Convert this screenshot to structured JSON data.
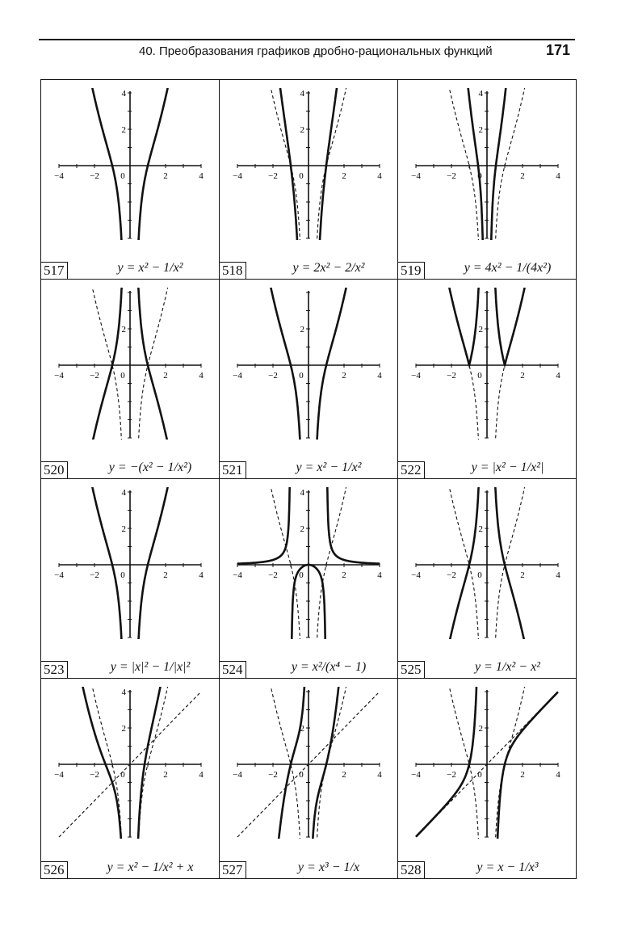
{
  "header": {
    "title": "40. Преобразования графиков дробно-рациональных функций",
    "page_number": "171"
  },
  "chart_data": [
    {
      "type": "line",
      "number": "517",
      "formula": "y = x² − 1/x²",
      "x_ticks": [
        "−4",
        "−2",
        "0",
        "2",
        "4"
      ],
      "y_ticks": [
        "4",
        "2",
        "0"
      ],
      "xlim": [
        -4,
        4
      ],
      "ylim": [
        -4,
        4
      ],
      "series": [
        {
          "style": "solid",
          "expr": "x^2 - 1/x^2"
        }
      ]
    },
    {
      "type": "line",
      "number": "518",
      "formula": "y = 2x² − 2/x²",
      "x_ticks": [
        "−4",
        "−2",
        "0",
        "2",
        "4"
      ],
      "y_ticks": [
        "4",
        "2",
        "0"
      ],
      "xlim": [
        -4,
        4
      ],
      "ylim": [
        -4,
        4
      ],
      "series": [
        {
          "style": "solid",
          "expr": "2x^2 - 2/x^2"
        },
        {
          "style": "dashed",
          "expr": "x^2 - 1/x^2"
        }
      ]
    },
    {
      "type": "line",
      "number": "519",
      "formula": "y = 4x² − 1/(4x²)",
      "x_ticks": [
        "−4",
        "−2",
        "0",
        "2",
        "4"
      ],
      "y_ticks": [
        "4",
        "2",
        "0"
      ],
      "xlim": [
        -4,
        4
      ],
      "ylim": [
        -4,
        4
      ],
      "series": [
        {
          "style": "solid",
          "expr": "4x^2 - 1/(4x^2)"
        },
        {
          "style": "dashed",
          "expr": "x^2 - 1/x^2"
        }
      ]
    },
    {
      "type": "line",
      "number": "520",
      "formula": "y = −(x² − 1/x²)",
      "x_ticks": [
        "−4",
        "−2",
        "0",
        "2",
        "4"
      ],
      "y_ticks": [
        "2",
        "0"
      ],
      "xlim": [
        -4,
        4
      ],
      "ylim": [
        -4,
        4
      ],
      "series": [
        {
          "style": "solid",
          "expr": "-(x^2 - 1/x^2)"
        },
        {
          "style": "dashed",
          "expr": "x^2 - 1/x^2"
        }
      ]
    },
    {
      "type": "line",
      "number": "521",
      "formula": "y = x² − 1/x²",
      "x_ticks": [
        "−4",
        "−2",
        "0",
        "2",
        "4"
      ],
      "y_ticks": [
        "2",
        "0"
      ],
      "xlim": [
        -4,
        4
      ],
      "ylim": [
        -4,
        4
      ],
      "series": [
        {
          "style": "solid",
          "expr": "x^2 - 1/x^2"
        }
      ]
    },
    {
      "type": "line",
      "number": "522",
      "formula": "y = |x² − 1/x²|",
      "x_ticks": [
        "−4",
        "−2",
        "0",
        "2",
        "4"
      ],
      "y_ticks": [
        "2",
        "0"
      ],
      "xlim": [
        -4,
        4
      ],
      "ylim": [
        -4,
        4
      ],
      "series": [
        {
          "style": "solid",
          "expr": "|x^2 - 1/x^2|"
        },
        {
          "style": "dashed",
          "expr": "x^2 - 1/x^2"
        }
      ]
    },
    {
      "type": "line",
      "number": "523",
      "formula": "y = |x|² − 1/|x|²",
      "x_ticks": [
        "−4",
        "−2",
        "0",
        "2",
        "4"
      ],
      "y_ticks": [
        "4",
        "2",
        "0"
      ],
      "xlim": [
        -4,
        4
      ],
      "ylim": [
        -4,
        4
      ],
      "series": [
        {
          "style": "solid",
          "expr": "|x|^2 - 1/|x|^2"
        }
      ]
    },
    {
      "type": "line",
      "number": "524",
      "formula": "y = x²/(x⁴ − 1)",
      "x_ticks": [
        "−4",
        "−2",
        "0",
        "2",
        "4"
      ],
      "y_ticks": [
        "4",
        "2",
        "0"
      ],
      "xlim": [
        -4,
        4
      ],
      "ylim": [
        -4,
        4
      ],
      "series": [
        {
          "style": "solid",
          "expr": "x^2/(x^4 - 1)"
        },
        {
          "style": "dashed",
          "expr": "x^2 - 1/x^2"
        }
      ]
    },
    {
      "type": "line",
      "number": "525",
      "formula": "y = 1/x² − x²",
      "x_ticks": [
        "−4",
        "−2",
        "0",
        "2",
        "4"
      ],
      "y_ticks": [
        "2"
      ],
      "xlim": [
        -4,
        4
      ],
      "ylim": [
        -4,
        4
      ],
      "series": [
        {
          "style": "solid",
          "expr": "1/x^2 - x^2"
        },
        {
          "style": "dashed",
          "expr": "x^2 - 1/x^2"
        }
      ]
    },
    {
      "type": "line",
      "number": "526",
      "formula": "y = x² − 1/x² + x",
      "x_ticks": [
        "−4",
        "−2",
        "0",
        "2",
        "4"
      ],
      "y_ticks": [
        "4",
        "2",
        "0"
      ],
      "xlim": [
        -4,
        4
      ],
      "ylim": [
        -4,
        4
      ],
      "series": [
        {
          "style": "solid",
          "expr": "x^2 - 1/x^2 + x"
        },
        {
          "style": "dashed",
          "expr": "x^2 - 1/x^2"
        },
        {
          "style": "dashed",
          "expr": "x"
        }
      ]
    },
    {
      "type": "line",
      "number": "527",
      "formula": "y = x³ − 1/x",
      "x_ticks": [
        "−4",
        "−2",
        "0",
        "2",
        "4"
      ],
      "y_ticks": [
        "2"
      ],
      "xlim": [
        -4,
        4
      ],
      "ylim": [
        -4,
        4
      ],
      "series": [
        {
          "style": "solid",
          "expr": "x^3 - 1/x"
        },
        {
          "style": "dashed",
          "expr": "x^2 - 1/x^2"
        },
        {
          "style": "dashed",
          "expr": "x"
        }
      ]
    },
    {
      "type": "line",
      "number": "528",
      "formula": "y = x − 1/x³",
      "x_ticks": [
        "−4",
        "−2",
        "0",
        "2",
        "4"
      ],
      "y_ticks": [
        "2"
      ],
      "xlim": [
        -4,
        4
      ],
      "ylim": [
        -4,
        4
      ],
      "series": [
        {
          "style": "solid",
          "expr": "x - 1/x^3"
        },
        {
          "style": "dashed",
          "expr": "x^2 - 1/x^2"
        },
        {
          "style": "dashed",
          "expr": "x"
        }
      ]
    }
  ]
}
